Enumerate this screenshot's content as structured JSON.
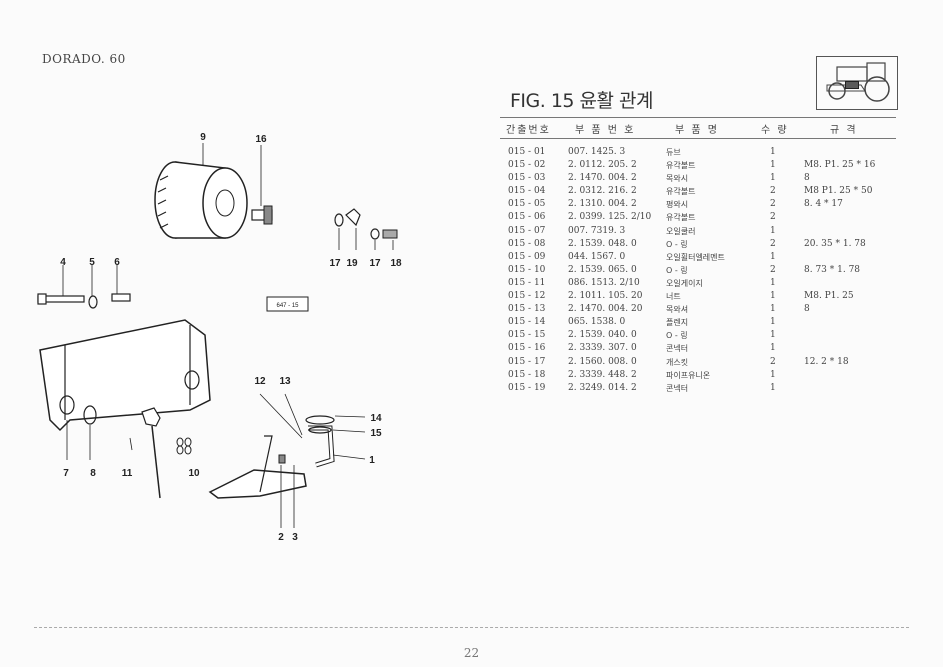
{
  "header": {
    "model": "DORADO. 60"
  },
  "figure": {
    "title": "FIG. 15 윤활 관계",
    "ref_code": "647 - 15"
  },
  "columns": {
    "ref": "간출번호",
    "part_no": "부 품 번 호",
    "name": "부 품 명",
    "qty": "수 량",
    "spec": "규 격"
  },
  "parts": [
    {
      "ref": "015 - 01",
      "part_no": "007. 1425. 3",
      "name": "듀브",
      "qty": "1",
      "spec": ""
    },
    {
      "ref": "015 - 02",
      "part_no": "2. 0112. 205. 2",
      "name": "유각볼트",
      "qty": "1",
      "spec": "M8. P1. 25 * 16"
    },
    {
      "ref": "015 - 03",
      "part_no": "2. 1470. 004. 2",
      "name": "목와시",
      "qty": "1",
      "spec": "8"
    },
    {
      "ref": "015 - 04",
      "part_no": "2. 0312. 216. 2",
      "name": "유각볼트",
      "qty": "2",
      "spec": "M8 P1. 25 * 50"
    },
    {
      "ref": "015 - 05",
      "part_no": "2. 1310. 004. 2",
      "name": "평와시",
      "qty": "2",
      "spec": "8. 4 * 17"
    },
    {
      "ref": "015 - 06",
      "part_no": "2. 0399. 125. 2/10",
      "name": "유각볼트",
      "qty": "2",
      "spec": ""
    },
    {
      "ref": "015 - 07",
      "part_no": "007. 7319. 3",
      "name": "오일쿨러",
      "qty": "1",
      "spec": ""
    },
    {
      "ref": "015 - 08",
      "part_no": "2. 1539. 048. 0",
      "name": "O - 링",
      "qty": "2",
      "spec": "20. 35 * 1. 78"
    },
    {
      "ref": "015 - 09",
      "part_no": "044. 1567. 0",
      "name": "오일휠터엘레멘트",
      "qty": "1",
      "spec": ""
    },
    {
      "ref": "015 - 10",
      "part_no": "2. 1539. 065. 0",
      "name": "O - 링",
      "qty": "2",
      "spec": "8. 73 * 1. 78"
    },
    {
      "ref": "015 - 11",
      "part_no": "086. 1513. 2/10",
      "name": "오일게이지",
      "qty": "1",
      "spec": ""
    },
    {
      "ref": "015 - 12",
      "part_no": "2. 1011. 105. 20",
      "name": "너트",
      "qty": "1",
      "spec": "M8. P1. 25"
    },
    {
      "ref": "015 - 13",
      "part_no": "2. 1470. 004. 20",
      "name": "목와셔",
      "qty": "1",
      "spec": "8"
    },
    {
      "ref": "015 - 14",
      "part_no": "065. 1538. 0",
      "name": "플렌지",
      "qty": "1",
      "spec": ""
    },
    {
      "ref": "015 - 15",
      "part_no": "2. 1539. 040. 0",
      "name": "O - 링",
      "qty": "1",
      "spec": ""
    },
    {
      "ref": "015 - 16",
      "part_no": "2. 3339. 307. 0",
      "name": "콘넥터",
      "qty": "1",
      "spec": ""
    },
    {
      "ref": "015 - 17",
      "part_no": "2. 1560. 008. 0",
      "name": "개스킷",
      "qty": "2",
      "spec": "12. 2 * 18"
    },
    {
      "ref": "015 - 18",
      "part_no": "2. 3339. 448. 2",
      "name": "파이프유니온",
      "qty": "1",
      "spec": ""
    },
    {
      "ref": "015 - 19",
      "part_no": "2. 3249. 014. 2",
      "name": "콘넥터",
      "qty": "1",
      "spec": ""
    }
  ],
  "callouts": [
    "9",
    "16",
    "17",
    "19",
    "17",
    "18",
    "4",
    "5",
    "6",
    "7",
    "8",
    "11",
    "10",
    "12",
    "13",
    "14",
    "15",
    "1",
    "2",
    "3"
  ],
  "footer": {
    "page": "22"
  }
}
